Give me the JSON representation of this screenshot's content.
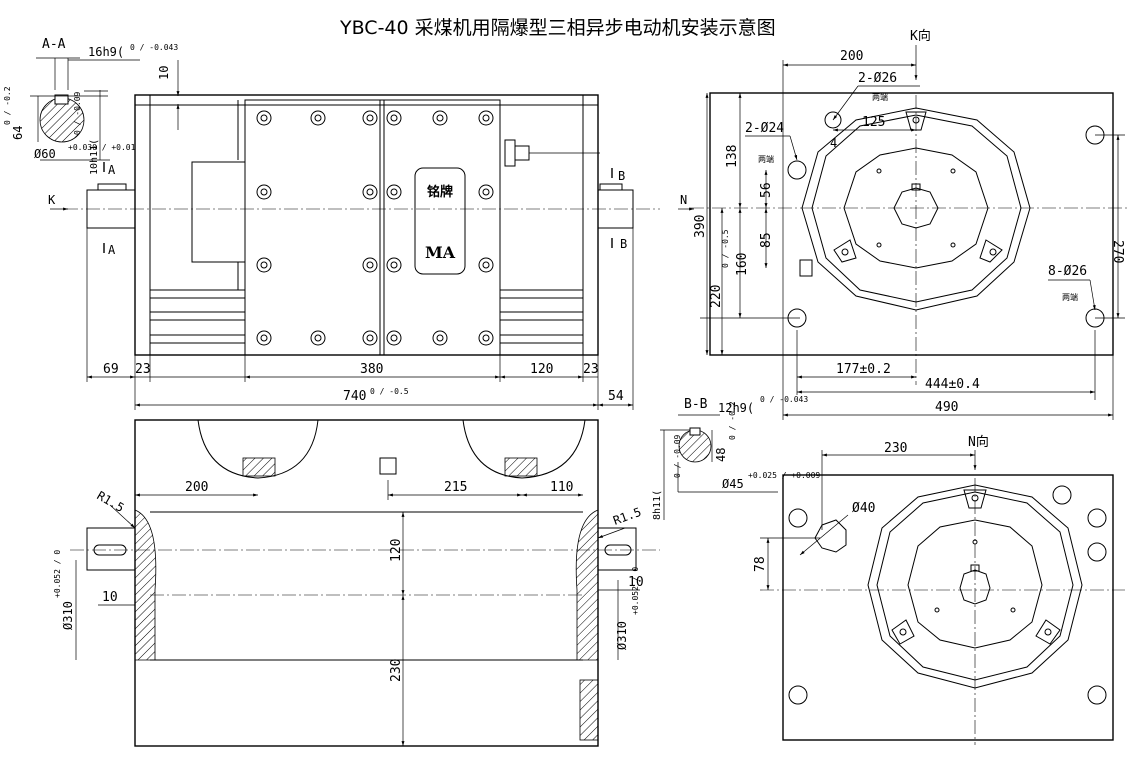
{
  "title": "YBC-40 采煤机用隔爆型三相异步电动机安装示意图",
  "views": {
    "k_view_label": "K向",
    "n_view_label": "N向",
    "section_aa": "A-A",
    "section_bb": "B-B",
    "arrow_k": "K",
    "arrow_n": "N",
    "mark_a": "A",
    "mark_b": "B"
  },
  "nameplate": {
    "line1": "铭牌",
    "line2": "MA"
  },
  "section_aa_dims": {
    "key_width": "16h9(",
    "key_tol": "0 / -0.043",
    "key_height": "10h11(",
    "key_height_tol": "0 / -0.09",
    "depth": "64",
    "depth_tol": "0 / -0.2",
    "dia": "Ø60",
    "dia_tol": "+0.030 / +0.01"
  },
  "section_bb_dims": {
    "key_width": "12h9(",
    "key_tol": "0 / -0.043",
    "key_height": "8h11(",
    "key_height_tol": "0 / -0.09",
    "depth": "48",
    "depth_tol": "0 / -0.2",
    "dia": "Ø45",
    "dia_tol": "+0.025 / +0.009"
  },
  "front_view_dims": {
    "d10": "10",
    "d69": "69",
    "d23a": "23",
    "d380": "380",
    "d120": "120",
    "d23b": "23",
    "d740": "740",
    "d740_tol": "0 / -0.5",
    "d54": "54"
  },
  "k_view_dims": {
    "d200": "200",
    "hole_2_26": "2-Ø26",
    "hole_2_24": "2-Ø24",
    "both_ends_1": "两端",
    "both_ends_2": "两端",
    "both_ends_3": "两端",
    "d125": "125",
    "d4": "4",
    "d138": "138",
    "d56": "56",
    "d390": "390",
    "d85": "85",
    "d160": "160",
    "d220": "220",
    "d220_tol": "0 / -0.5",
    "d270": "270",
    "hole_8_26": "8-Ø26",
    "d177": "177±0.2",
    "d444": "444±0.4",
    "d490": "490"
  },
  "bottom_view_dims": {
    "d200": "200",
    "d215": "215",
    "d110": "110",
    "r15a": "R1.5",
    "r15b": "R1.5",
    "d120": "120",
    "d230": "230",
    "d10a": "10",
    "d10b": "10",
    "dia310a": "Ø310",
    "dia310a_tol": "+0.052 / 0",
    "dia310b": "Ø310",
    "dia310b_tol": "+0.052 / 0"
  },
  "n_view_dims": {
    "d230": "230",
    "dia40": "Ø40",
    "d78": "78"
  }
}
